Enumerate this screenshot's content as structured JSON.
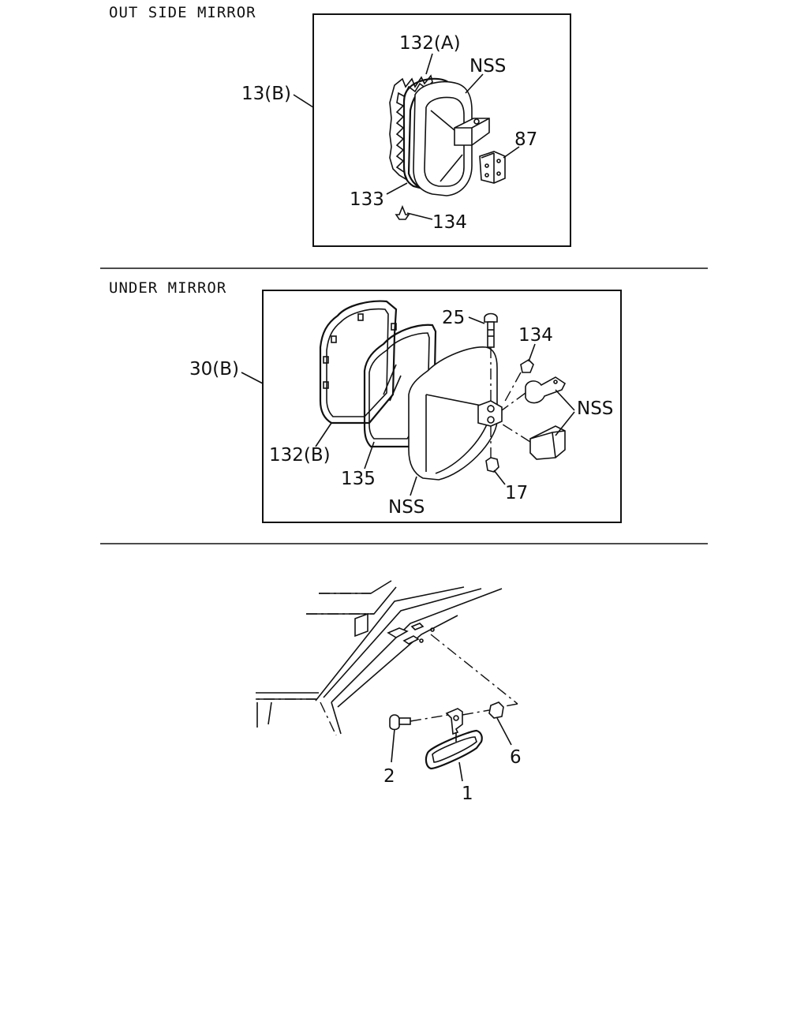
{
  "sections": {
    "outside_mirror": {
      "title": "OUT SIDE MIRROR",
      "callouts": {
        "c_132a": "132(A)",
        "c_nss": "NSS",
        "c_13b": "13(B)",
        "c_87": "87",
        "c_133": "133",
        "c_134": "134"
      }
    },
    "under_mirror": {
      "title": "UNDER MIRROR",
      "callouts": {
        "c_25": "25",
        "c_134": "134",
        "c_30b": "30(B)",
        "c_nss_right": "NSS",
        "c_132b": "132(B)",
        "c_135": "135",
        "c_nss_bottom": "NSS",
        "c_17": "17"
      }
    },
    "inside_mirror": {
      "callouts": {
        "c_2": "2",
        "c_6": "6",
        "c_1": "1"
      }
    }
  }
}
